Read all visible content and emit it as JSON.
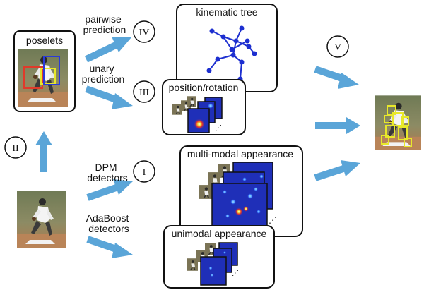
{
  "boxes": {
    "poselets": "poselets",
    "kinematic_tree": "kinematic tree",
    "position_rotation": "position/rotation",
    "multimodal": "multi-modal appearance",
    "unimodal": "unimodal appearance"
  },
  "labels": {
    "pairwise": [
      "pairwise",
      "prediction"
    ],
    "unary": [
      "unary",
      "prediction"
    ],
    "dpm": [
      "DPM",
      "detectors"
    ],
    "adaboost": [
      "AdaBoost",
      "detectors"
    ]
  },
  "steps": {
    "i": "I",
    "ii": "II",
    "iii": "III",
    "iv": "IV",
    "v": "V"
  },
  "colors": {
    "arrow": "#5aa5d8",
    "heat_bg": "#1f2fb8",
    "heat_hot": "#e8302a",
    "tree": "#1d2fd0",
    "pose_yellow": "#e8e82a"
  },
  "icons": {
    "arrow": "block-arrow-icon",
    "photo": "baseball-player-photo"
  }
}
